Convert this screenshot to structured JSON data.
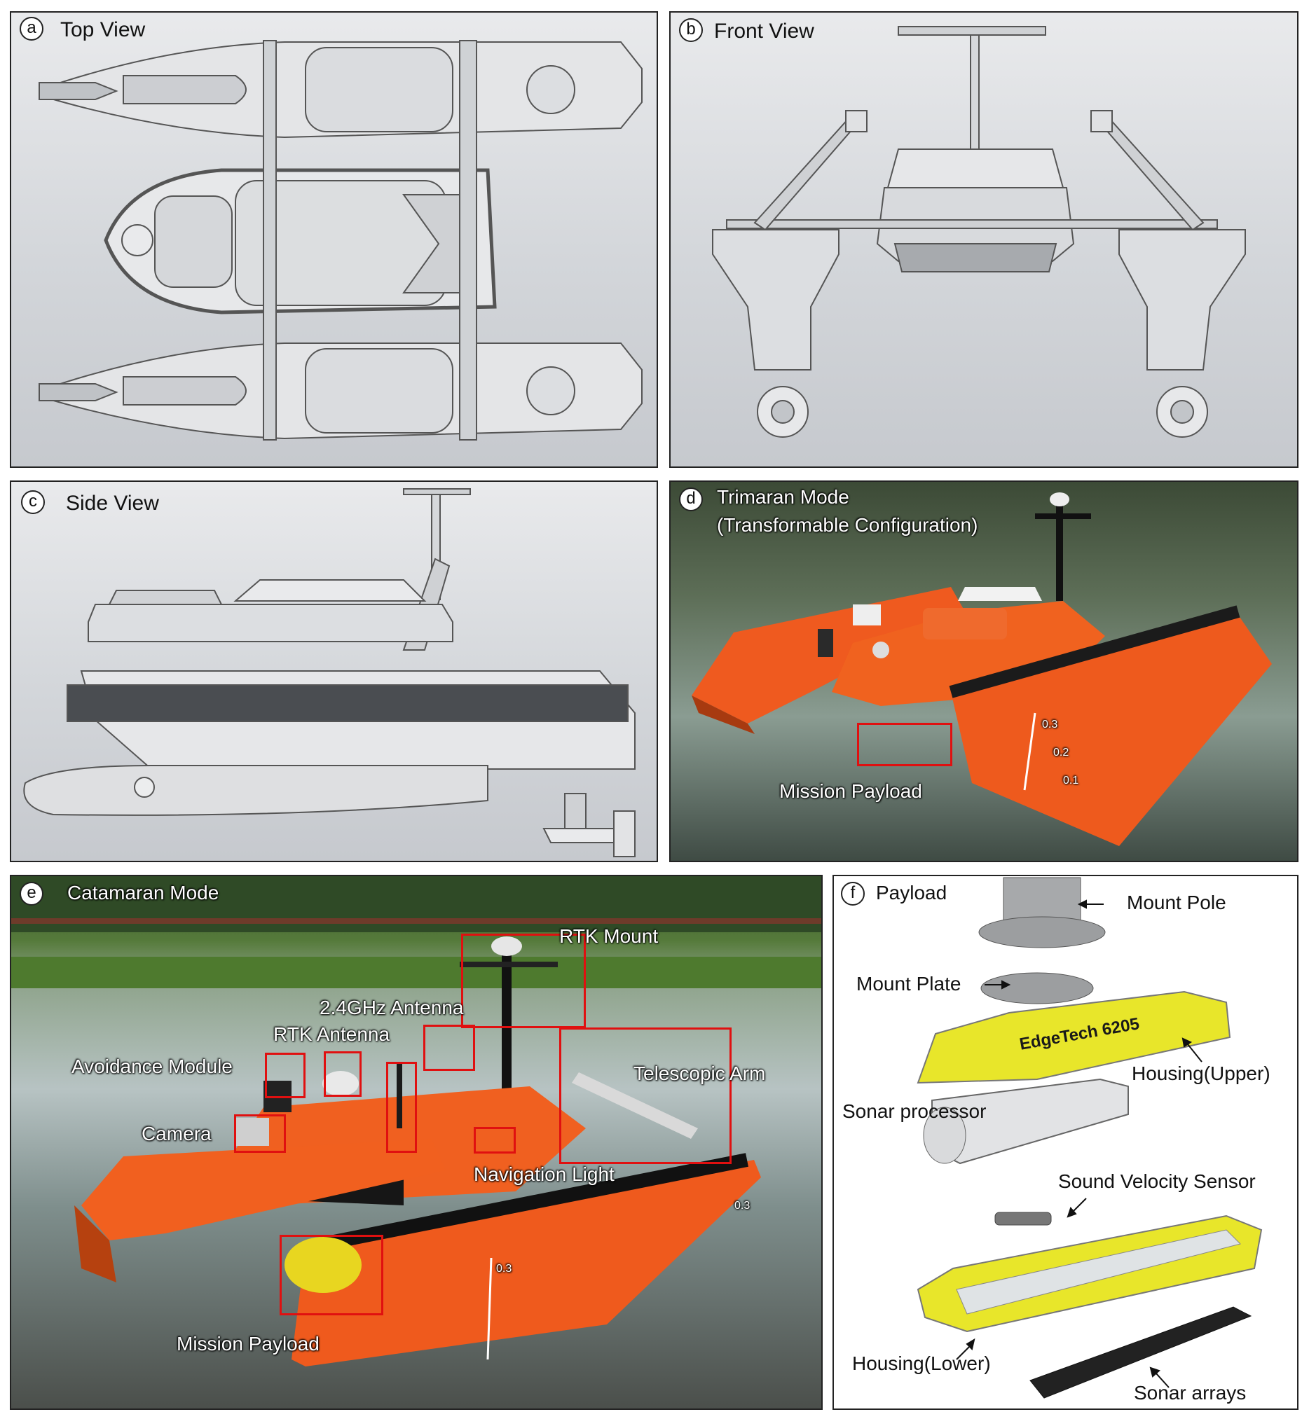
{
  "panels": {
    "a": {
      "letter": "a",
      "title": "Top View"
    },
    "b": {
      "letter": "b",
      "title": "Front View"
    },
    "c": {
      "letter": "c",
      "title": "Side View"
    },
    "d": {
      "letter": "d",
      "title_line1": "Trimaran Mode",
      "title_line2": "(Transformable Configuration)",
      "mission_payload": "Mission Payload",
      "scale_marks": [
        "0.3",
        "0.2",
        "0.1"
      ]
    },
    "e": {
      "letter": "e",
      "title": "Catamaran Mode",
      "labels": {
        "rtk_mount": "RTK  Mount",
        "antenna_24ghz": "2.4GHz Antenna",
        "rtk_antenna": "RTK Antenna",
        "avoidance_module": "Avoidance Module",
        "telescopic_arm": "Telescopic Arm",
        "camera": "Camera",
        "navigation_light": "Navigation Light",
        "mission_payload": "Mission Payload"
      },
      "scale_marks": [
        "0.3",
        "0.3"
      ]
    },
    "f": {
      "letter": "f",
      "title": "Payload",
      "labels": {
        "mount_pole": "Mount Pole",
        "mount_plate": "Mount Plate",
        "housing_upper": "Housing(Upper)",
        "sonar_processor": "Sonar processor",
        "sound_velocity_sensor": "Sound Velocity Sensor",
        "housing_lower": "Housing(Lower)",
        "sonar_arrays": "Sonar arrays"
      },
      "housing_brand": "EdgeTech 6205"
    }
  },
  "colors": {
    "annotation_box": "#e01010",
    "hull_orange": "#f05a1e",
    "payload_yellow": "#e8e62a",
    "cad_gray": "#d3d6da"
  }
}
